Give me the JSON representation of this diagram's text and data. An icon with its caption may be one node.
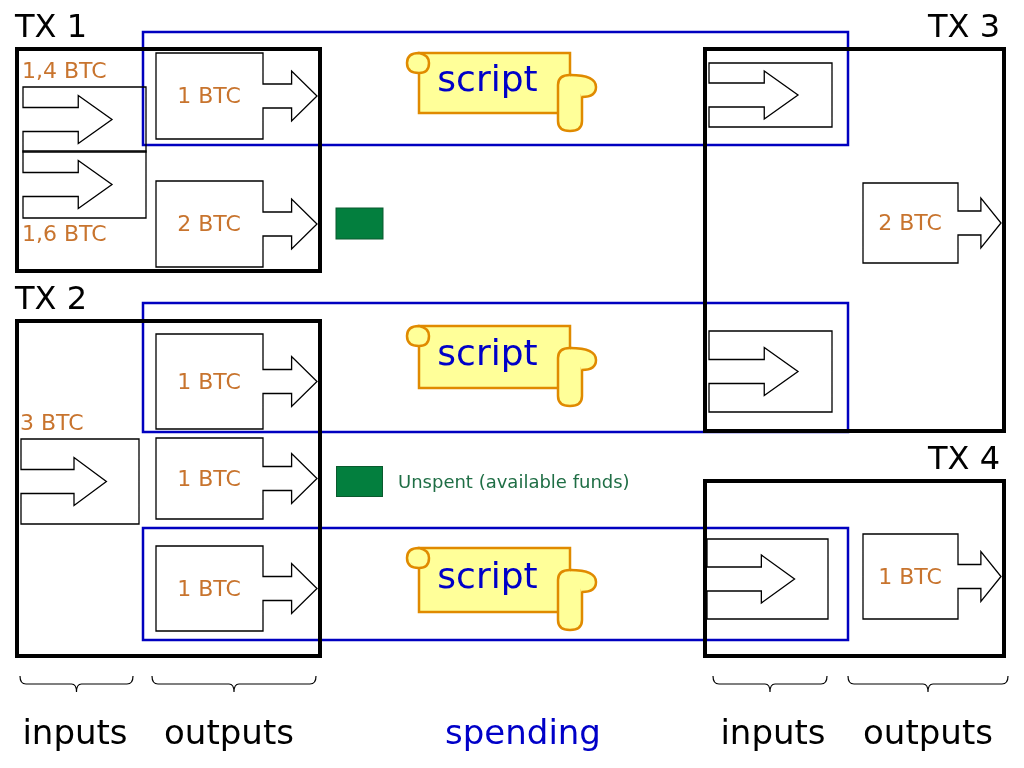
{
  "diagram": {
    "nodes": [
      {
        "text": [
          "TX 1"
        ]
      },
      {
        "text": [
          "1,4 BTC"
        ],
        "in": 0
      },
      {
        "text": [
          "1,6 BTC"
        ],
        "in": 0
      },
      {
        "text": [
          "1 BTC"
        ],
        "in": 0
      },
      {
        "text": [
          "2 BTC"
        ],
        "in": 0
      },
      {
        "text": [
          "script"
        ]
      },
      {
        "text": [
          "TX 3"
        ]
      },
      {
        "text": [],
        "shape": "box",
        "in": 6
      },
      {
        "text": [],
        "shape": "box",
        "in": 6
      },
      {
        "text": [
          "2 BTC"
        ],
        "in": 6
      },
      {
        "text": [
          "TX 2"
        ]
      },
      {
        "text": [
          "3 BTC"
        ],
        "in": 10
      },
      {
        "text": [
          "1 BTC"
        ],
        "in": 10
      },
      {
        "text": [
          "script"
        ]
      },
      {
        "text": [
          "1 BTC"
        ],
        "in": 10
      },
      {
        "text": [
          "1 BTC"
        ],
        "in": 10
      },
      {
        "text": [
          "script"
        ]
      },
      {
        "text": [
          "TX 4"
        ]
      },
      {
        "text": [],
        "shape": "box",
        "in": 17
      },
      {
        "text": [
          "1 BTC"
        ],
        "in": 17
      }
    ],
    "labels": [
      "inputs",
      "outputs",
      "spending",
      "inputs",
      "outputs"
    ],
    "legend": [
      {
        "text": "Unspent (available funds)",
        "color": "#037f3e"
      }
    ]
  }
}
